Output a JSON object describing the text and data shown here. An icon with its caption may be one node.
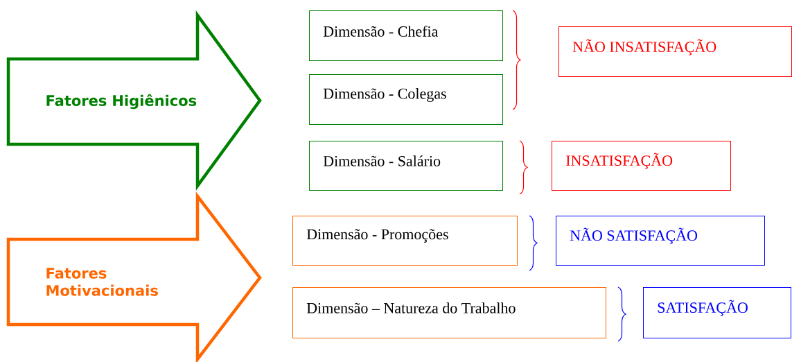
{
  "diagram": {
    "nodes": [
      {
        "text": [
          "Fatores Higiênicos"
        ]
      },
      {
        "text": [
          "Dimensão - Chefia"
        ]
      },
      {
        "text": [
          "NÃO INSATISFAÇÃO"
        ]
      },
      {
        "text": [
          "Dimensão - Colegas"
        ]
      },
      {
        "text": [
          "Dimensão - Salário"
        ]
      },
      {
        "text": [
          "INSATISFAÇÃO"
        ]
      },
      {
        "text": [
          "Fatores Motivacionais"
        ]
      },
      {
        "text": [
          "Dimensão - Promoções"
        ]
      },
      {
        "text": [
          "NÃO SATISFAÇÃO"
        ]
      },
      {
        "text": [
          "Dimensão – Natureza do Trabalho"
        ]
      },
      {
        "text": [
          "SATISFAÇÃO"
        ]
      }
    ]
  }
}
